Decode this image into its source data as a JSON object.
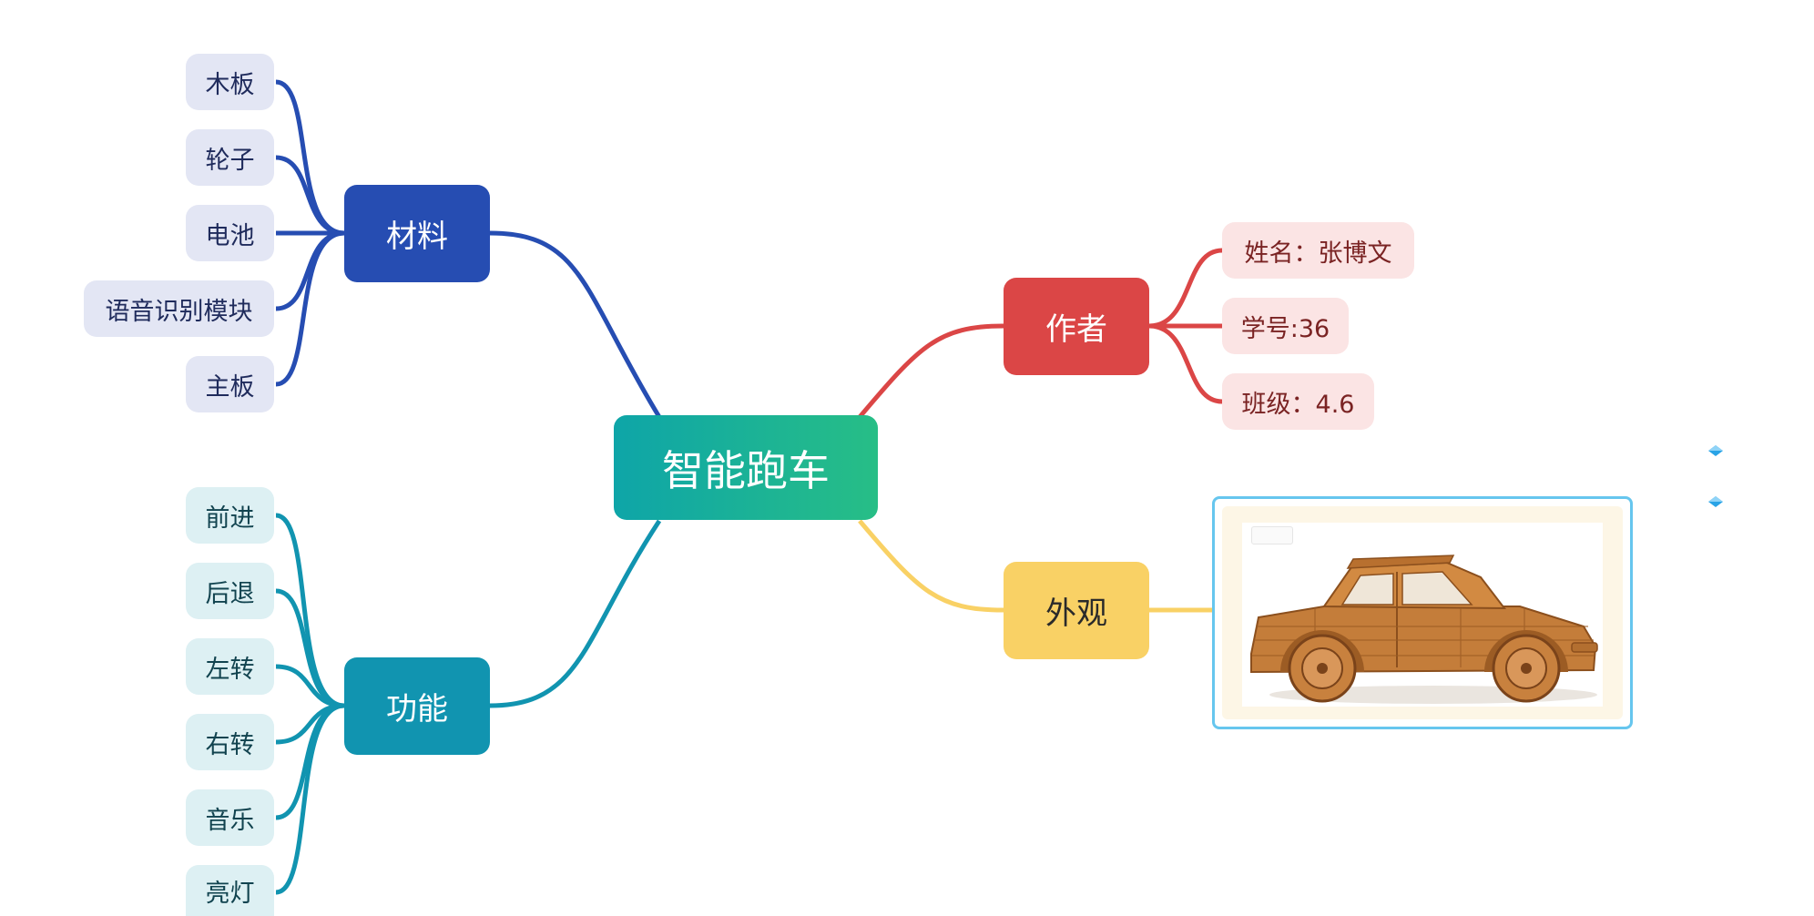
{
  "root": {
    "label": "智能跑车"
  },
  "branches": {
    "materials": {
      "label": "材料",
      "color": "#264db2",
      "items": [
        "木板",
        "轮子",
        "电池",
        "语音识别模块",
        "主板"
      ]
    },
    "functions": {
      "label": "功能",
      "color": "#1194b0",
      "items": [
        "前进",
        "后退",
        "左转",
        "右转",
        "音乐",
        "亮灯"
      ]
    },
    "author": {
      "label": "作者",
      "color": "#db4646",
      "items": [
        "姓名：张博文",
        "学号:36",
        "班级：4.6"
      ]
    },
    "appearance": {
      "label": "外观",
      "color": "#f9d165",
      "image": {
        "subject": "wooden toy car",
        "icon": "car-image"
      }
    }
  }
}
